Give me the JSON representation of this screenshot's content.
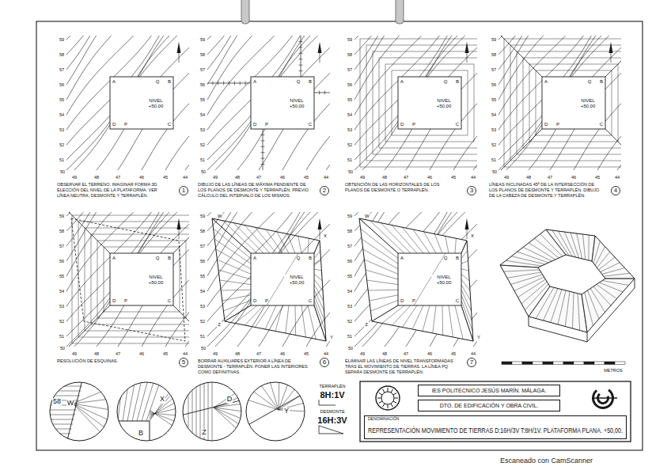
{
  "diagram": {
    "nodes": [
      {
        "text": [
          "1"
        ]
      },
      {
        "text": [
          "2"
        ]
      },
      {
        "text": [
          "3"
        ]
      },
      {
        "text": [
          "4"
        ]
      },
      {
        "text": [
          "5"
        ]
      },
      {
        "text": [
          "6"
        ]
      },
      {
        "text": [
          "7"
        ]
      },
      {
        "text": [
          "IES POLITECNICO JESÚS MARÍN. MÁLAGA."
        ]
      },
      {
        "text": [
          "DTO. DE EDIFICACIÓN Y OBRA CIVIL."
        ]
      },
      {
        "text": [
          "DENOMINACIÓN",
          "REPRESENTACIÓN MOVIMIENTO DE TIERRAS D:16H/3V T:8H/1V. PLATAFORMA PLANA. +50,00."
        ]
      }
    ],
    "labels": [
      "59",
      "58",
      "57",
      "56",
      "55",
      "54",
      "53",
      "52",
      "51",
      "50",
      "49",
      "48",
      "47",
      "46",
      "45",
      "44",
      "A",
      "Q",
      "B",
      "D",
      "P",
      "C",
      "NIVEL +50,00",
      "59",
      "58",
      "57",
      "56",
      "55",
      "54",
      "53",
      "52",
      "51",
      "50",
      "49",
      "48",
      "47",
      "46",
      "45",
      "44",
      "A",
      "Q",
      "B",
      "D",
      "P",
      "C",
      "NIVEL +50,00",
      "59",
      "58",
      "57",
      "56",
      "55",
      "54",
      "53",
      "52",
      "51",
      "50",
      "49",
      "48",
      "47",
      "46",
      "45",
      "44",
      "A",
      "Q",
      "B",
      "D",
      "P",
      "C",
      "NIVEL +50,00",
      "59",
      "58",
      "57",
      "56",
      "55",
      "54",
      "53",
      "52",
      "51",
      "50",
      "49",
      "48",
      "47",
      "46",
      "45",
      "44",
      "A",
      "Q",
      "B",
      "D",
      "P",
      "C",
      "NIVEL +50,00",
      "59",
      "58",
      "57",
      "56",
      "55",
      "54",
      "53",
      "52",
      "51",
      "50",
      "49",
      "48",
      "47",
      "46",
      "45",
      "44",
      "A",
      "Q",
      "B",
      "D",
      "P",
      "C",
      "NIVEL +50,00",
      "59",
      "58",
      "57",
      "56",
      "55",
      "54",
      "53",
      "52",
      "51",
      "50",
      "49",
      "48",
      "47",
      "46",
      "45",
      "44",
      "A",
      "Q",
      "B",
      "D",
      "P",
      "C",
      "NIVEL +50,00",
      "W",
      "X",
      "Y",
      "Z",
      "59",
      "58",
      "57",
      "56",
      "55",
      "54",
      "53",
      "52",
      "51",
      "50",
      "49",
      "48",
      "47",
      "46",
      "45",
      "44",
      "A",
      "Q",
      "B",
      "D",
      "P",
      "C",
      "NIVEL +50,00",
      "W",
      "X",
      "Y",
      "Z",
      "OBSERVAR EL TERRENO. IMAGINAR FORMA 3D. ELECCIÓN DEL NIVEL DE LA PLATAFORMA. VER LÍNEA NEUTRA, DESMONTE Y TERRAPLÉN.",
      "DIBUJO DE LAS LÍNEAS DE MÁXIMA PENDIENTE DE LOS PLANOS DE DESMONTE Y TERRAPLÉN. PREVIO CÁLCULO DEL INTERVALO DE LOS MISMOS.",
      "OBTENCIÓN DE LAS HORIZONTALES DE LOS PLANOS DE DESMONTE O TERRAPLÉN.",
      "LÍNEAS INCLINADAS 45º DE LA INTERSECCIÓN DE LOS PLANOS DE DESMONTE Y TERRAPLÉN. DIBUJO DE LA CABEZA DE DESMONTE Y TERRAPLÉN.",
      "RESOLUCIÓN DE ESQUINAS.",
      "BORRAR AUXILIARES EXTERIOR A LÍNEA DE DESMONTE - TERRAPLÉN. PONER LAS INTERIORES COMO DEFINITIVAS.",
      "ELIMINAR LAS LÍNEAS DE NIVEL TRANSFORMADAS TRAS EL MOVIMIENTO DE TIERRAS. LA LÍNEA PQ SEPARA DESMONTE DE TERRAPLÉN.",
      "58",
      "W",
      "X",
      "B",
      "Z",
      "D",
      "Y",
      "TERRAPLÉN",
      "8H:1V",
      "DESMONTE",
      "16H:3V",
      "METROS",
      "Escaneado con CamScanner"
    ]
  }
}
